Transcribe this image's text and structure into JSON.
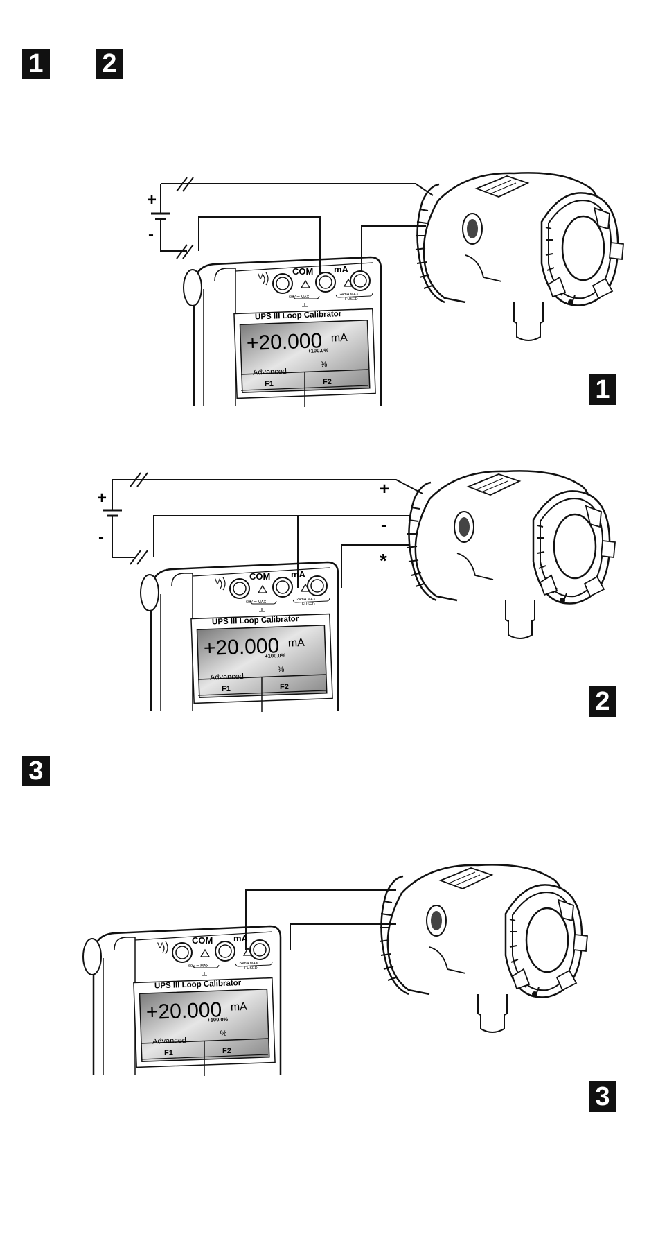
{
  "header_badges": [
    "1",
    "2"
  ],
  "section_badges": {
    "one": "1",
    "two": "2",
    "three_top": "3",
    "three_bottom": "3"
  },
  "calibrator": {
    "jack_v": "V",
    "jack_com": "COM",
    "jack_ma": "mA",
    "v_rating": "60V ⎓ MAX",
    "ma_rating": "24mA MAX",
    "ma_fused": "FUSED",
    "title": "UPS III  Loop Calibrator",
    "reading": "+20.000",
    "unit": "mA",
    "percent": "+100.0%",
    "soft_key_1": "Advanced",
    "soft_key_2": "%",
    "fkey_1": "F1",
    "fkey_2": "F2"
  },
  "wiring_labels": {
    "supply_plus": "+",
    "supply_minus": "-",
    "terminal_plus": "+",
    "terminal_minus": "-",
    "terminal_star": "*"
  }
}
